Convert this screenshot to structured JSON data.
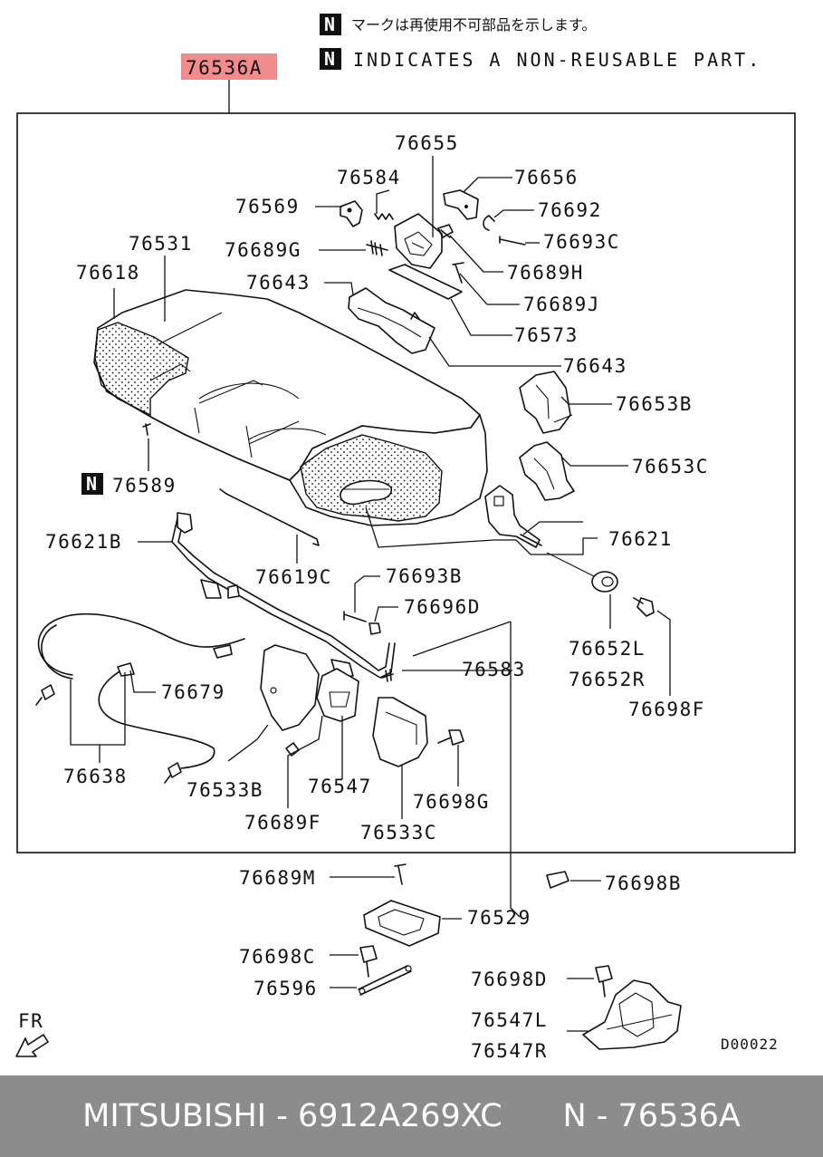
{
  "notes": {
    "badge": "N",
    "japanese": "マークは再使用不可部品を示します。",
    "english": "INDICATES A NON-REUSABLE PART."
  },
  "assembly": {
    "label": "76536A",
    "highlight_color": "#f28b8b"
  },
  "parts": {
    "p76655": "76655",
    "p76584": "76584",
    "p76656": "76656",
    "p76569": "76569",
    "p76692": "76692",
    "p76531": "76531",
    "p76689G": "76689G",
    "p76693C": "76693C",
    "p76618": "76618",
    "p76689H": "76689H",
    "p76643a": "76643",
    "p76689J": "76689J",
    "p76573": "76573",
    "p76643b": "76643",
    "p76653B": "76653B",
    "p76653C": "76653C",
    "p76589": "76589",
    "p76621B": "76621B",
    "p76621": "76621",
    "p76619C": "76619C",
    "p76693B": "76693B",
    "p76696D": "76696D",
    "p76583": "76583",
    "p76652L": "76652L",
    "p76652R": "76652R",
    "p76679": "76679",
    "p76698F": "76698F",
    "p76638": "76638",
    "p76533B": "76533B",
    "p76547": "76547",
    "p76698G": "76698G",
    "p76689F": "76689F",
    "p76533C": "76533C",
    "p76689M": "76689M",
    "p76698B": "76698B",
    "p76529": "76529",
    "p76698C": "76698C",
    "p76596": "76596",
    "p76698D": "76698D",
    "p76547L": "76547L",
    "p76547R": "76547R"
  },
  "direction": {
    "label": "FR"
  },
  "diagram_code": "D00022",
  "footer": {
    "brand": "MITSUBISHI",
    "part_number": "6912A269XC",
    "ref": "N - 76536A"
  }
}
